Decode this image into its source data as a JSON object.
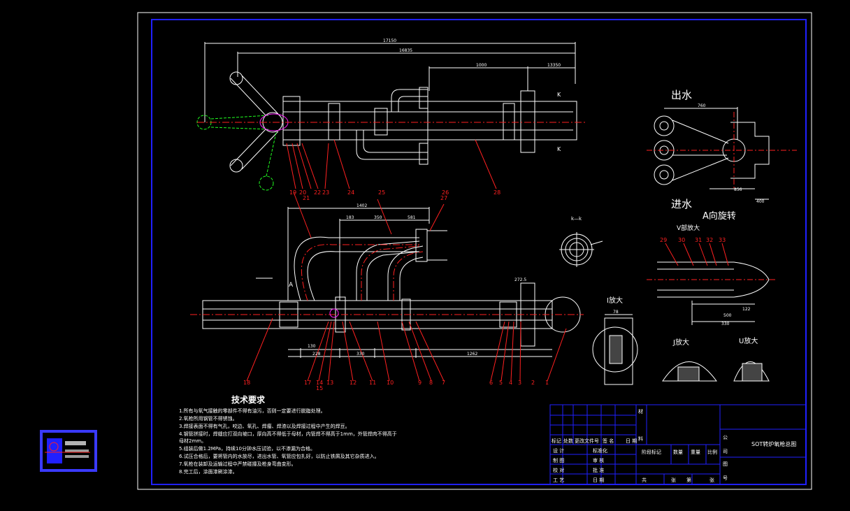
{
  "colors": {
    "background": "#000000",
    "frame": "#ffffff",
    "border_blue": "#2020ff",
    "dimension": "#ffffff",
    "centerline": "#ff2020",
    "leader": "#ff2020",
    "highlight_green": "#20ff20",
    "highlight_magenta": "#ff20ff",
    "text": "#ffffff"
  },
  "views": {
    "outlet_label": "出水",
    "inlet_label": "进水",
    "a_view_label": "A向旋转",
    "kk_label": "k—k",
    "v_detail": "V部放大",
    "i_detail": "I放大",
    "j_detail": "J放大",
    "u_detail": "U放大",
    "a_arrow": "A"
  },
  "dims": {
    "top_overall": "17150",
    "top_second": "16835",
    "top_1000": "1000",
    "top_13350": "13350",
    "mid_1402": "1402",
    "mid_183": "183",
    "mid_350": "350",
    "mid_581": "581",
    "mid_272": "272.5",
    "bot_130": "130",
    "bot_228": "228",
    "bot_330": "330",
    "bot_1262": "1262",
    "right_760": "760",
    "right_400": "400",
    "right_856": "856",
    "v_122": "122",
    "v_500": "500",
    "v_330": "330",
    "i_78": "78"
  },
  "part_numbers_top": [
    "19",
    "20",
    "21",
    "22",
    "23",
    "24",
    "25",
    "26",
    "27",
    "28"
  ],
  "part_numbers_bottom": [
    "18",
    "17",
    "14",
    "15",
    "13",
    "12",
    "11",
    "10",
    "9",
    "8",
    "7",
    "6",
    "5",
    "4",
    "3",
    "2",
    "1"
  ],
  "part_numbers_v": [
    "29",
    "30",
    "31",
    "32",
    "33"
  ],
  "tech_requirements": {
    "title": "技术要求",
    "items": [
      "1.所有与氧气接触的零部件不得有油污，否则一定要进行脱脂处理。",
      "2.氧枪所用钢管不得锈蚀。",
      "3.焊接表面不得有气孔，咬边、氧孔、焊瘤、焊渣以及焊接过程中产生的焊豆。",
      "4.钢管拼接时，焊缝应打双向坡口，厚向高不得低于母材，内管焊不得高于1mm，外管焊肉不得高于",
      "母材2mm。",
      "5.组装后做1.2MPa，持续10分钟水压试验，以不渗漏为合格。",
      "6.试压合格后，要将管内的水放尽，进出水管、氧管应包扎好，以防止铁屑及其它杂质进入。",
      "7.氧枪在装卸及运输过程中严禁碰撞及枪身弯曲变形。",
      "8.完工后，涂面漆刷涂漆。"
    ]
  },
  "title_block": {
    "drawing_title": "SOT转炉氧枪总图",
    "material": "材",
    "material2": "料",
    "mark": "标记",
    "count": "处数",
    "change_doc": "更改文件号",
    "sign": "签  名",
    "date": "日 期",
    "design": "设 计",
    "draw": "制 图",
    "check": "校 对",
    "process": "工 艺",
    "standardize": "标准化",
    "review": "审 核",
    "approve": "批 准",
    "day": "日 期",
    "stage_mark": "阶段标记",
    "quantity": "数量",
    "weight": "重量",
    "scale": "比例",
    "total": "共",
    "sheets": "张",
    "nth": "第",
    "sheet": "张",
    "company": "公",
    "company2": "司",
    "drawing_no": "图",
    "drawing_no2": "号"
  }
}
